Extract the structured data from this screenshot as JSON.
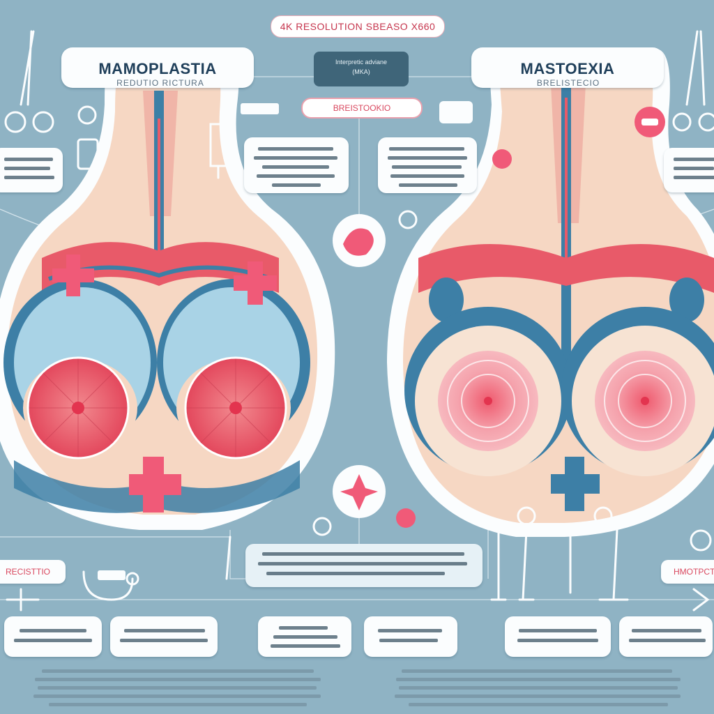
{
  "banner": "4K RESOLUTION SBEASO X660",
  "left_panel": {
    "title": "MAMOPLASTIA",
    "subtitle": "REDUTIO RICTURA"
  },
  "right_panel": {
    "title": "MASTOEXIA",
    "subtitle": "BRELISTECIO"
  },
  "center_tag": {
    "line1": "Interpretic adviane",
    "line2": "(MKA)"
  },
  "center_pill": "BREISTOOKIO",
  "left_side_tag": "RECISTTIO",
  "right_side_tag": "HMOTPCTI",
  "colors": {
    "background": "#8fb3c4",
    "skin": "#f6d7c3",
    "tissue_red": "#e85a69",
    "tissue_blue": "#3d7fa6",
    "accent_pink": "#f05a78",
    "dark_tag": "#3f6579"
  },
  "icons": [
    "scissors-icon",
    "syringe-icon",
    "vial-icon",
    "bandage-icon",
    "medical-cross-icon",
    "scalpel-icon",
    "forceps-icon",
    "stethoscope-icon",
    "pill-icon",
    "clamp-icon"
  ]
}
